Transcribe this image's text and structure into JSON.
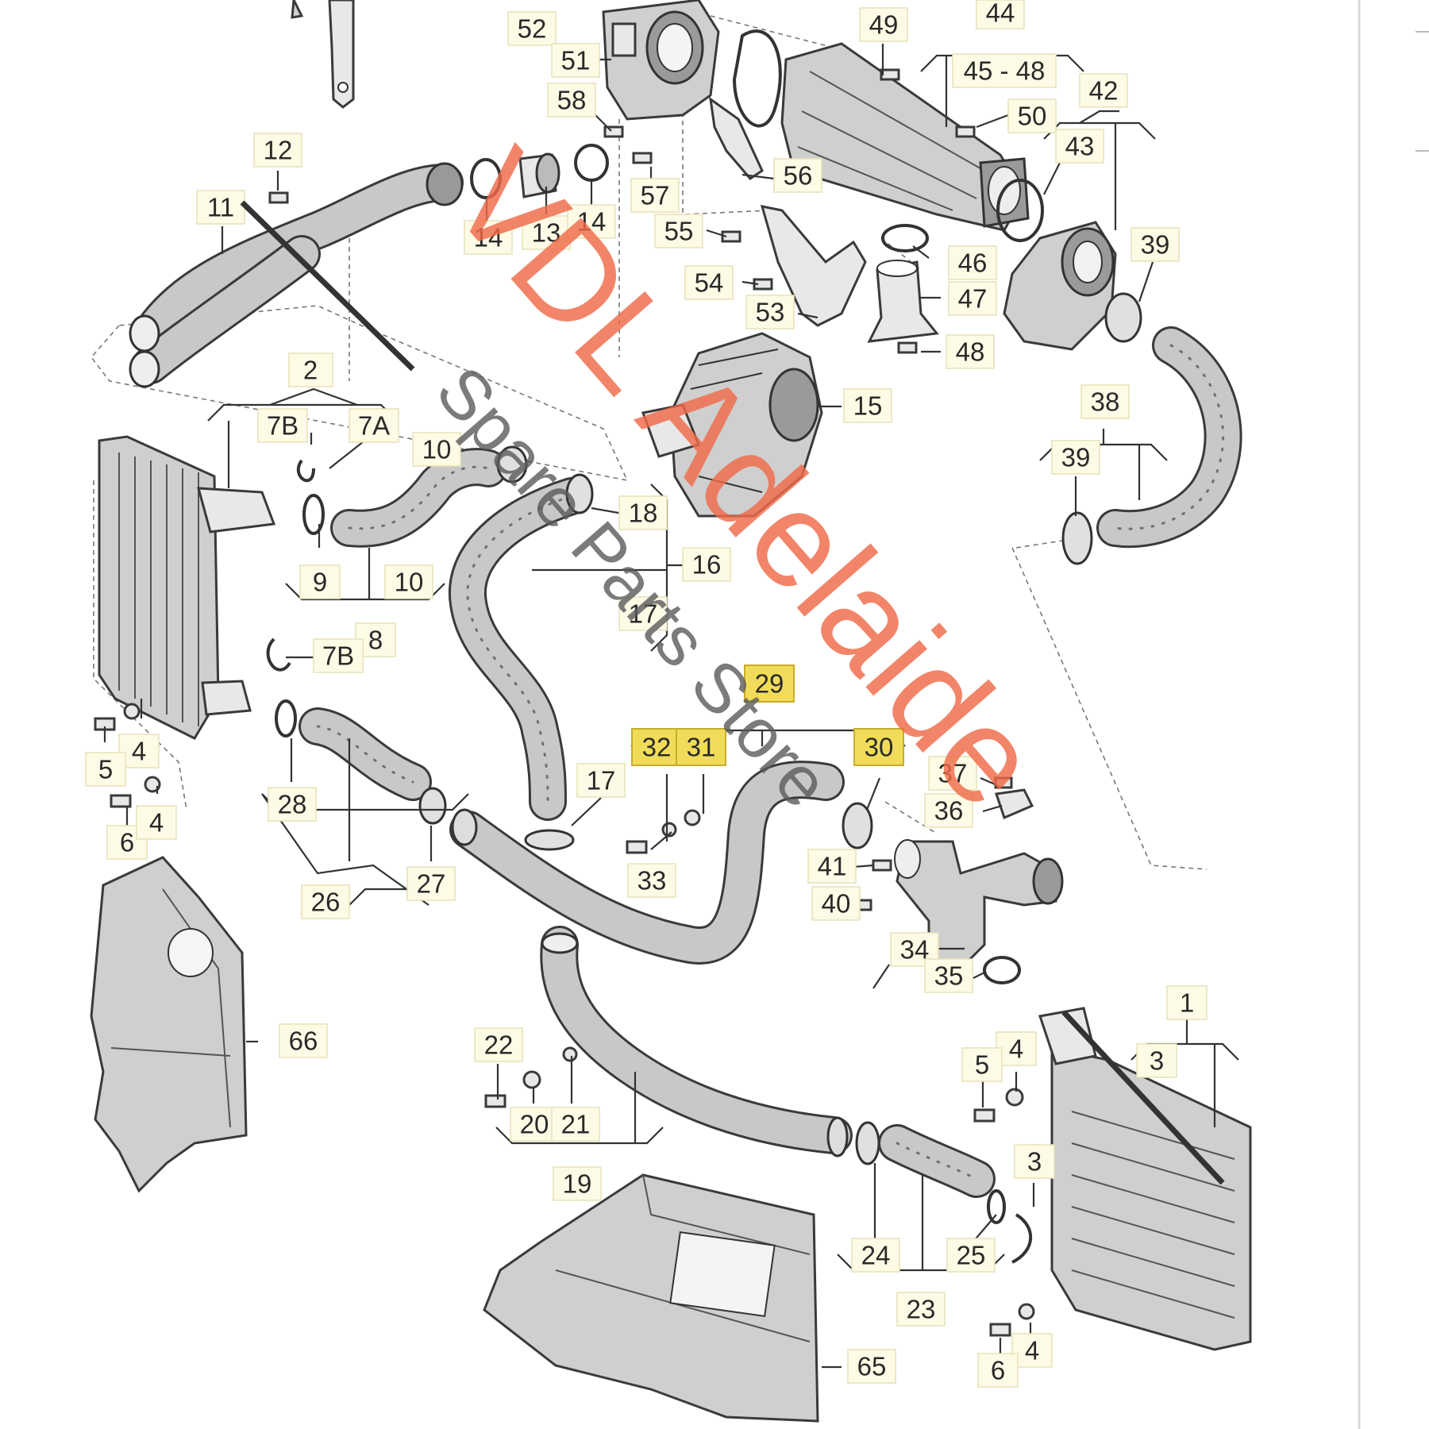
{
  "watermark": {
    "primary": "VDL Adelaide",
    "secondary": "Spare Parts Store"
  },
  "colors": {
    "watermark_primary": "#ef6a48",
    "callout_fill": "#fdfbe6",
    "callout_highlight": "#f1dc5a"
  },
  "callouts": {
    "c52": "52",
    "c51": "51",
    "c58": "58",
    "c49": "49",
    "c44": "44",
    "c4548": "45 - 48",
    "c50": "50",
    "c42": "42",
    "c43": "43",
    "c12": "12",
    "c11": "11",
    "c14a": "14",
    "c13": "13",
    "c14b": "14",
    "c57": "57",
    "c56": "56",
    "c55": "55",
    "c46": "46",
    "c39a": "39",
    "c54": "54",
    "c47": "47",
    "c53": "53",
    "c48": "48",
    "c2": "2",
    "c15": "15",
    "c38": "38",
    "c7Ba": "7B",
    "c7A": "7A",
    "c10a": "10",
    "c39b": "39",
    "c18": "18",
    "c16": "16",
    "c9": "9",
    "c10b": "10",
    "c17a": "17",
    "c8": "8",
    "c7Bb": "7B",
    "c29": "29",
    "c32": "32",
    "c31": "31",
    "c30": "30",
    "c4a": "4",
    "c5a": "5",
    "c37": "37",
    "c28": "28",
    "c17b": "17",
    "c36": "36",
    "c6a": "6",
    "c4b": "4",
    "c33": "33",
    "c41": "41",
    "c27": "27",
    "c26": "26",
    "c40": "40",
    "c34": "34",
    "c35": "35",
    "c1": "1",
    "c66": "66",
    "c22": "22",
    "c4c": "4",
    "c5b": "5",
    "c3a": "3",
    "c20": "20",
    "c21": "21",
    "c19": "19",
    "c3b": "3",
    "c24": "24",
    "c25": "25",
    "c23": "23",
    "c4d": "4",
    "c6b": "6",
    "c65": "65"
  }
}
